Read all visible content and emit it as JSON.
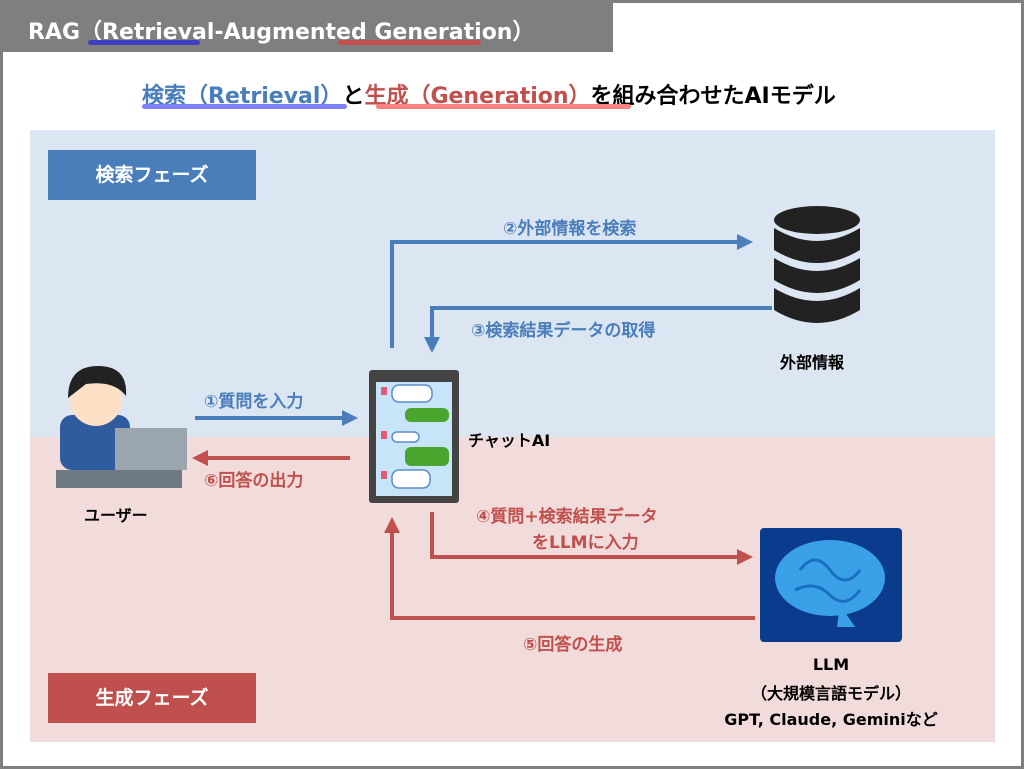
{
  "header": {
    "title_prefix": "RAG（",
    "retrieval": "Retrieval",
    "middle": "-Augmented ",
    "generation": "Generation",
    "suffix": "）"
  },
  "subtitle": {
    "retrieval": "検索（Retrieval）",
    "and": "と",
    "generation": "生成（Generation）",
    "rest": "を組み合わせたAIモデル"
  },
  "phases": {
    "search": "検索フェーズ",
    "generate": "生成フェーズ"
  },
  "steps": {
    "s1": "①質問を入力",
    "s2": "②外部情報を検索",
    "s3": "③検索結果データの取得",
    "s4a": "④質問+検索結果データ",
    "s4b": "をLLMに入力",
    "s5": "⑤回答の生成",
    "s6": "⑥回答の出力"
  },
  "nodes": {
    "user": "ユーザー",
    "chat": "チャットAI",
    "db": "外部情報",
    "llm1": "LLM",
    "llm2": "（大規模言語モデル）",
    "llm3": "GPT, Claude, Geminiなど"
  },
  "colors": {
    "blue": "#4a7ebb",
    "red": "#c0504d",
    "header": "#7f7f7f"
  }
}
